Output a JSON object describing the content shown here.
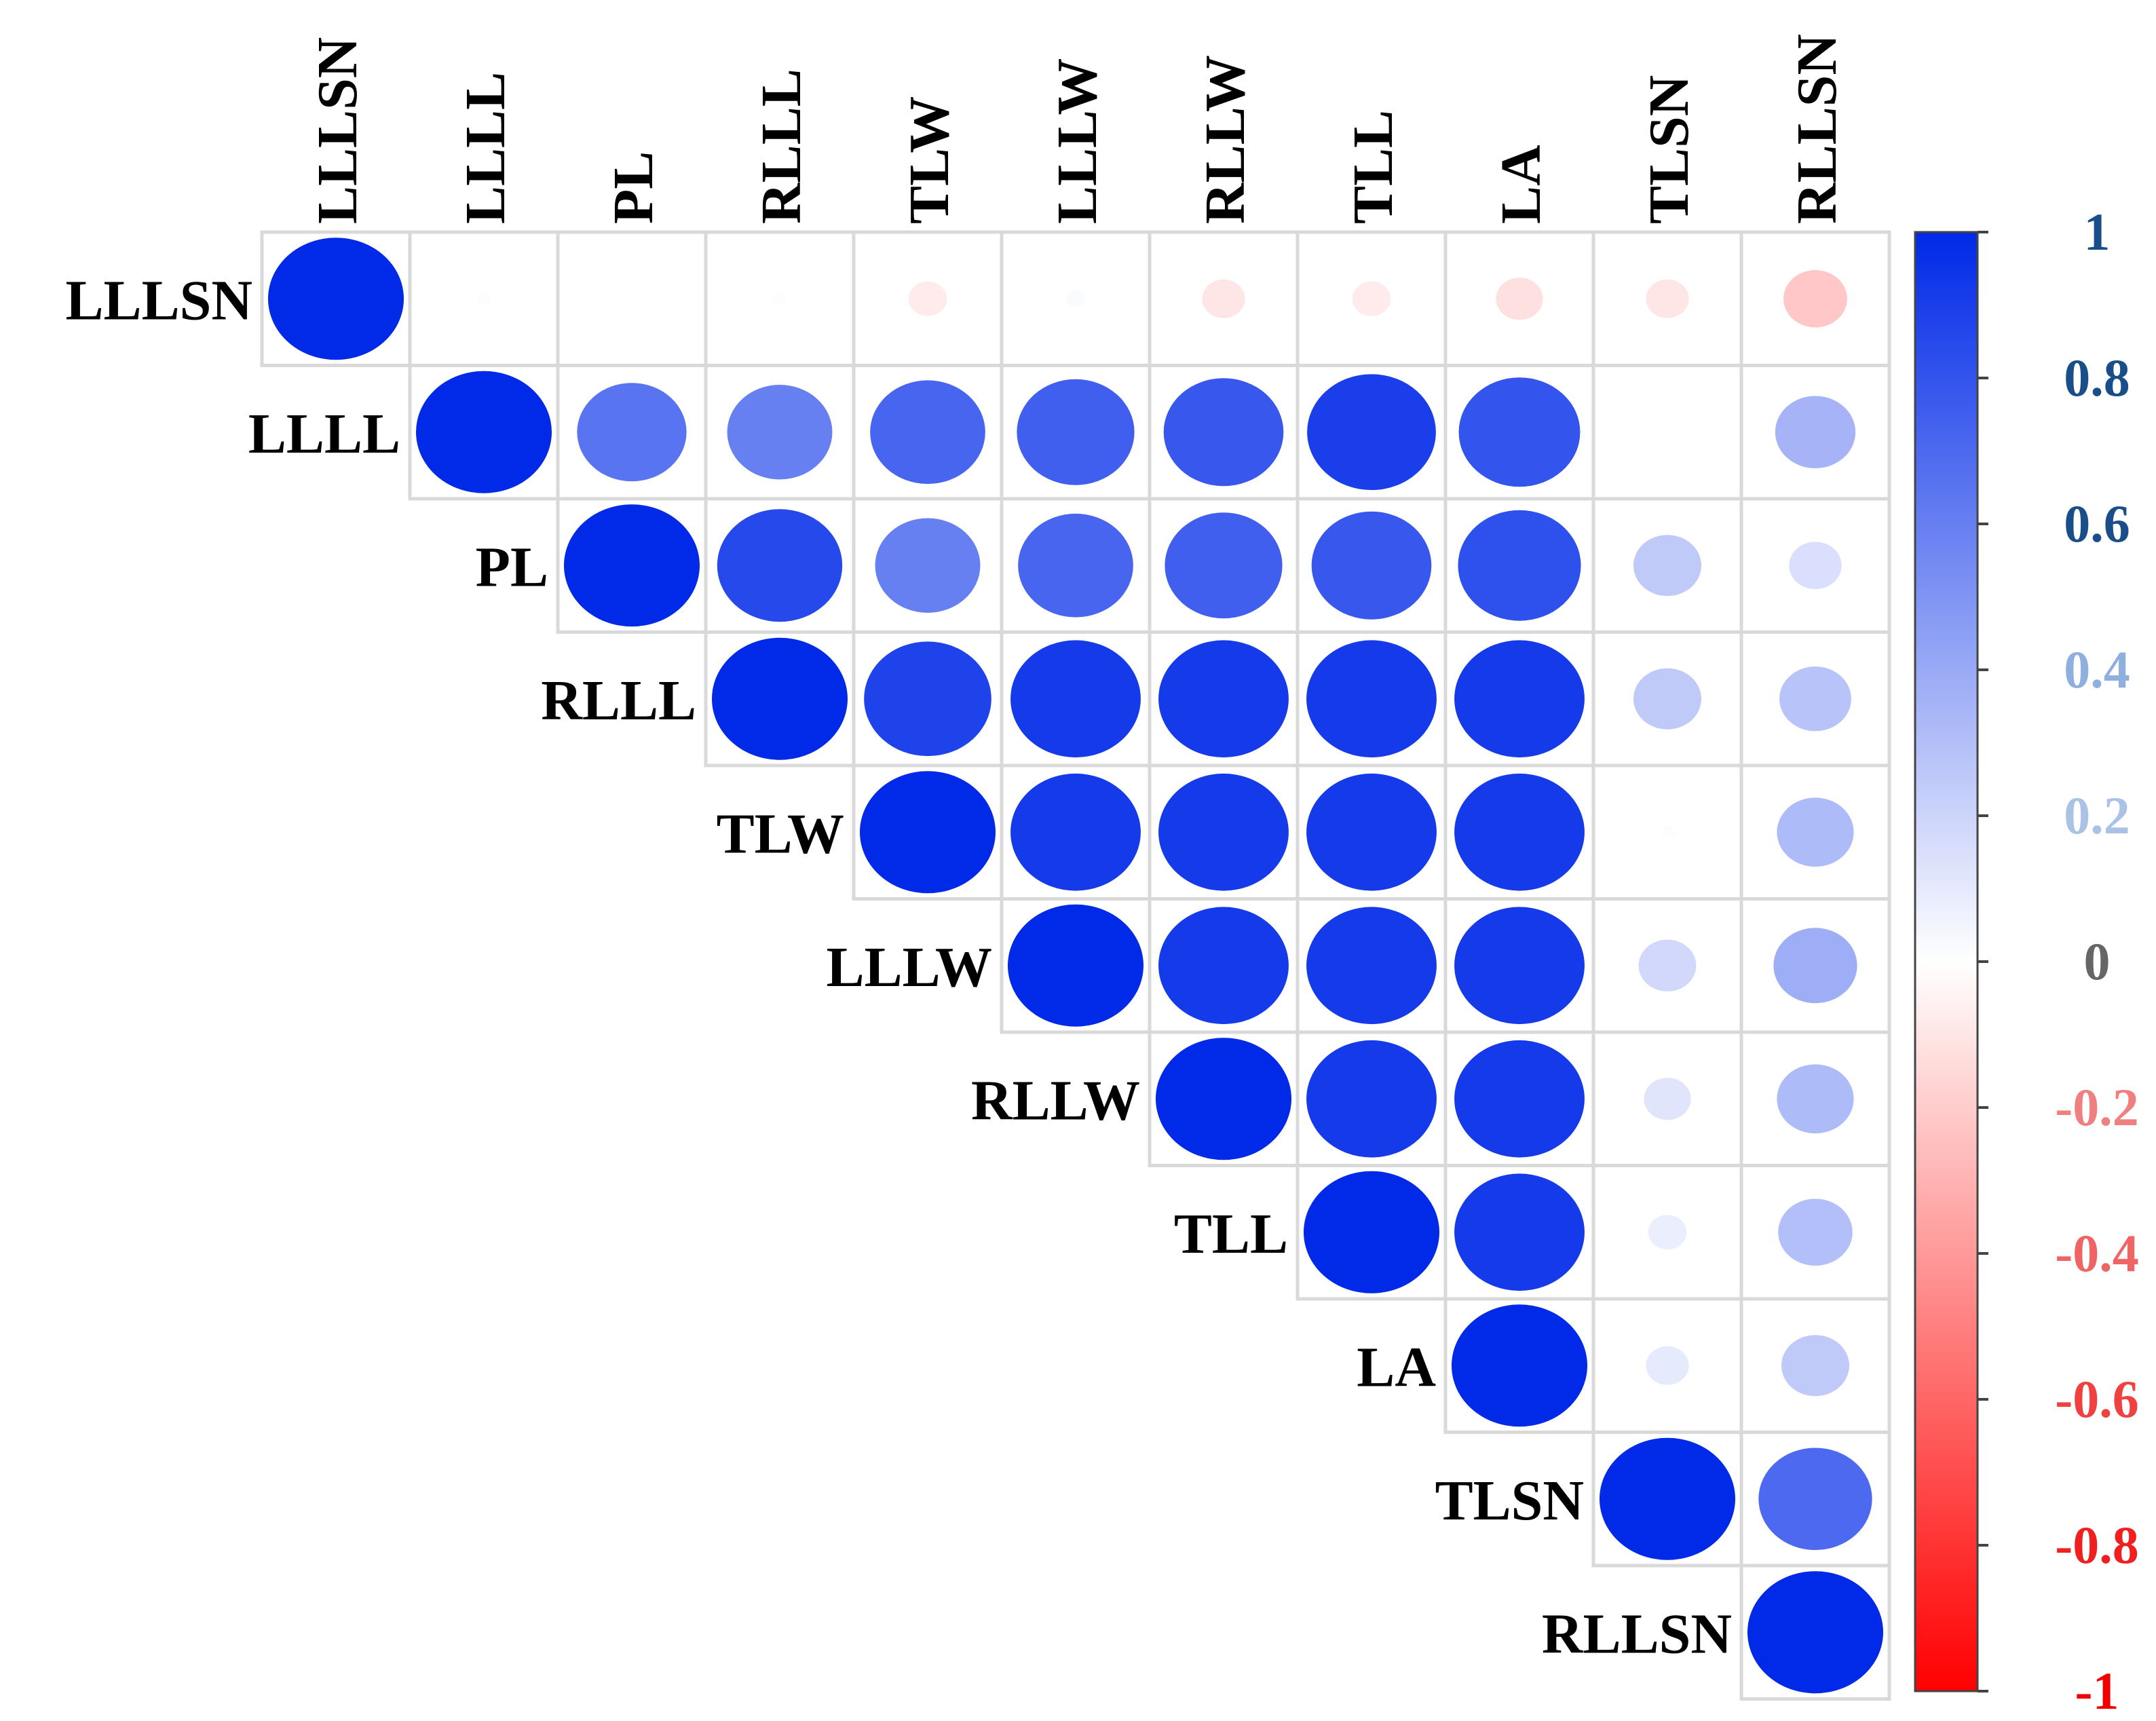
{
  "chart_data": {
    "type": "heatmap",
    "title": "",
    "xlabel": "",
    "ylabel": "",
    "layout": "upper-triangular correlation matrix with circle markers",
    "variables": [
      "LLLSN",
      "LLLL",
      "PL",
      "RLLL",
      "TLW",
      "LLLW",
      "RLLW",
      "TLL",
      "LA",
      "TLSN",
      "RLLSN"
    ],
    "matrix": [
      [
        1.0,
        0.01,
        0.0,
        0.01,
        -0.08,
        0.02,
        -0.1,
        -0.08,
        -0.12,
        -0.1,
        -0.22
      ],
      [
        null,
        1.0,
        0.65,
        0.6,
        0.72,
        0.75,
        0.78,
        0.9,
        0.8,
        0.0,
        0.35
      ],
      [
        null,
        null,
        1.0,
        0.85,
        0.6,
        0.72,
        0.75,
        0.78,
        0.82,
        0.25,
        0.15
      ],
      [
        null,
        null,
        null,
        1.0,
        0.88,
        0.92,
        0.92,
        0.92,
        0.92,
        0.25,
        0.28
      ],
      [
        null,
        null,
        null,
        null,
        1.0,
        0.92,
        0.92,
        0.92,
        0.92,
        0.01,
        0.32
      ],
      [
        null,
        null,
        null,
        null,
        null,
        1.0,
        0.92,
        0.92,
        0.92,
        0.18,
        0.38
      ],
      [
        null,
        null,
        null,
        null,
        null,
        null,
        1.0,
        0.92,
        0.92,
        0.12,
        0.32
      ],
      [
        null,
        null,
        null,
        null,
        null,
        null,
        null,
        1.0,
        0.92,
        0.08,
        0.3
      ],
      [
        null,
        null,
        null,
        null,
        null,
        null,
        null,
        null,
        1.0,
        0.1,
        0.25
      ],
      [
        null,
        null,
        null,
        null,
        null,
        null,
        null,
        null,
        null,
        1.0,
        0.7
      ],
      [
        null,
        null,
        null,
        null,
        null,
        null,
        null,
        null,
        null,
        null,
        1.0
      ]
    ],
    "colorbar": {
      "range": [
        -1,
        1
      ],
      "ticks": [
        "1",
        "0.8",
        "0.6",
        "0.4",
        "0.2",
        "0",
        "-0.2",
        "-0.4",
        "-0.6",
        "-0.8",
        "-1"
      ],
      "tick_values": [
        1,
        0.8,
        0.6,
        0.4,
        0.2,
        0,
        -0.2,
        -0.4,
        -0.6,
        -0.8,
        -1
      ],
      "tick_colors": [
        "#1a4e8a",
        "#1a4e8a",
        "#1a4e8a",
        "#8fb0de",
        "#a9c2e6",
        "#666666",
        "#f08080",
        "#f06464",
        "#f04040",
        "#f02020",
        "#f00000"
      ],
      "colors": {
        "positive": "#0029e8",
        "zero": "#ffffff",
        "negative": "#ff0000"
      }
    }
  }
}
